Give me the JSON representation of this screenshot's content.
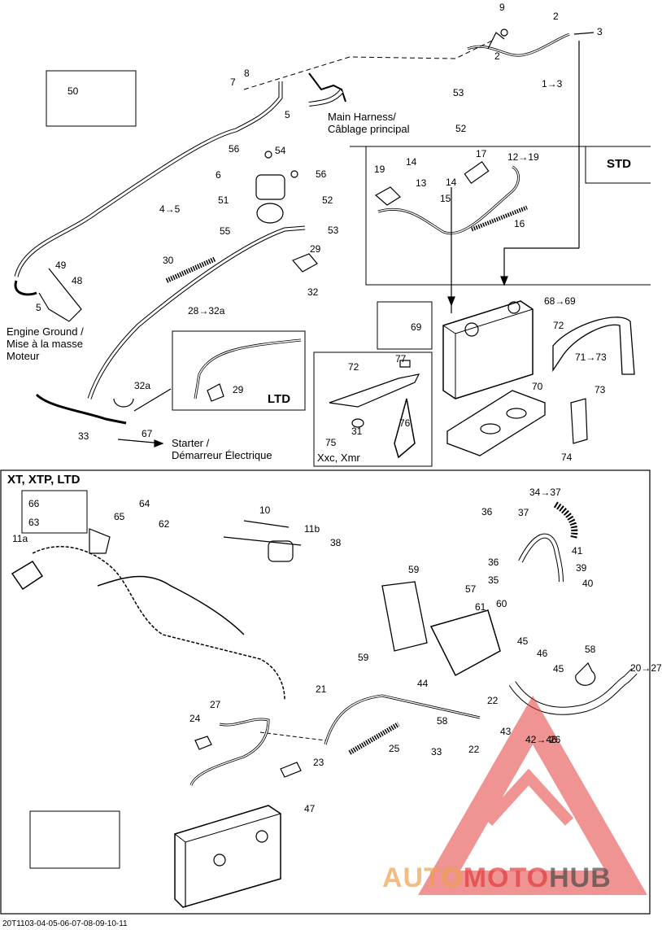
{
  "sections": {
    "std": "STD",
    "ltd": "LTD",
    "xt": "XT, XTP, LTD"
  },
  "notes": {
    "main_harness": "Main Harness/\nCâblage principal",
    "engine_ground": "Engine Ground /\nMise à la masse\nMoteur",
    "starter": "Starter /\nDémarreur Électrique",
    "xxc": "Xxc, Xmr"
  },
  "callouts": [
    "9",
    "2",
    "3",
    "2",
    "1→3",
    "7",
    "8",
    "5",
    "53",
    "52",
    "56",
    "54",
    "6",
    "56",
    "51",
    "52",
    "53",
    "55",
    "29",
    "32",
    "30",
    "28→32a",
    "4→5",
    "49",
    "48",
    "5",
    "50",
    "17",
    "12→19",
    "19",
    "14",
    "13",
    "14",
    "15",
    "16",
    "68→69",
    "69",
    "72",
    "71→73",
    "77",
    "72",
    "70",
    "73",
    "74",
    "76",
    "75",
    "31",
    "32a",
    "29",
    "33",
    "67",
    "66",
    "63",
    "65",
    "64",
    "62",
    "11a",
    "10",
    "11b",
    "38",
    "36",
    "37",
    "34→37",
    "41",
    "36",
    "39",
    "35",
    "40",
    "60",
    "59",
    "57",
    "61",
    "59",
    "44",
    "45",
    "46",
    "58",
    "45",
    "20→27",
    "21",
    "22",
    "58",
    "43",
    "42→46",
    "26",
    "33",
    "22",
    "27",
    "24",
    "25",
    "23",
    "47"
  ],
  "footer": {
    "ref": "20T1103-04-05-06-07-08-09-10-11"
  },
  "watermark": {
    "part1": "AUTO",
    "part2": "MOTO",
    "part3": "HUB",
    "color1": "#f0a04b",
    "color2": "#e23b3b",
    "color3": "#4a4a4a"
  },
  "colors": {
    "accent": "#e23b3b",
    "ink": "#000000"
  }
}
